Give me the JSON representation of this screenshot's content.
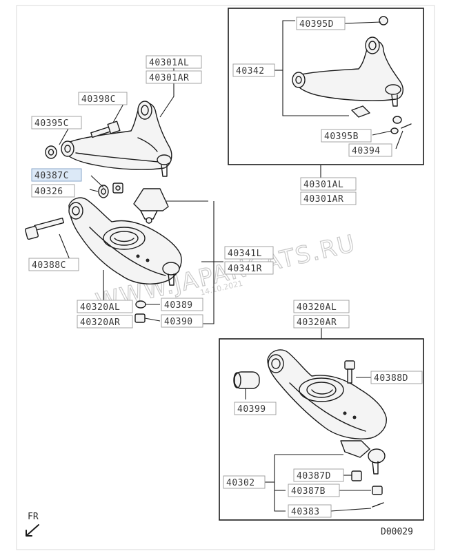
{
  "diagram_code": "D00029",
  "direction_label": "FR",
  "watermark": {
    "site": "WWW.JAPANCATS.RU",
    "date": "14.10.2021"
  },
  "labels": {
    "p40301al_top": "40301AL",
    "p40301ar_top": "40301AR",
    "p40398c": "40398C",
    "p40395c": "40395C",
    "p40387c": "40387C",
    "p40326": "40326",
    "p40388c": "40388C",
    "p40320al_left": "40320AL",
    "p40320ar_left": "40320AR",
    "p40389": "40389",
    "p40390": "40390",
    "p40341l": "40341L",
    "p40341r": "40341R",
    "p40395d": "40395D",
    "p40342": "40342",
    "p40395b": "40395B",
    "p40394": "40394",
    "p40301al_inset": "40301AL",
    "p40301ar_inset": "40301AR",
    "p40320al_inset": "40320AL",
    "p40320ar_inset": "40320AR",
    "p40388d": "40388D",
    "p40399": "40399",
    "p40302": "40302",
    "p40387d": "40387D",
    "p40387b": "40387B",
    "p40383": "40383"
  }
}
